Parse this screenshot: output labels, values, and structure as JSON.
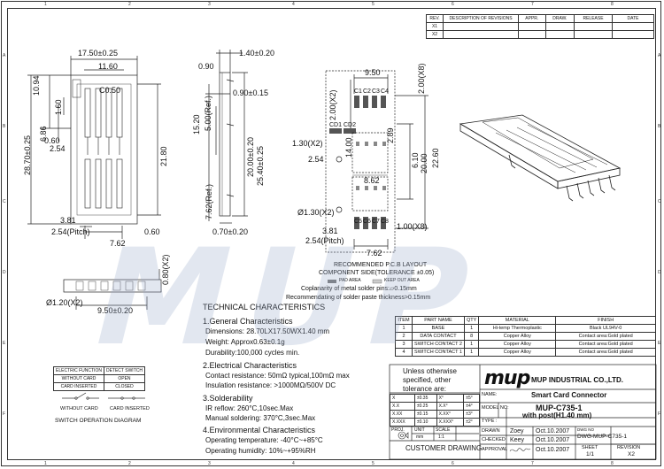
{
  "revision_table": {
    "headers": [
      "REV.",
      "DESCRIPTION OF REVISIONS",
      "APPR.",
      "DRAW.",
      "RELEASE",
      "DATE"
    ],
    "rows": [
      [
        "X1",
        "",
        "",
        "",
        "",
        ""
      ],
      [
        "X2",
        "",
        "",
        "",
        "",
        ""
      ]
    ]
  },
  "zones": {
    "columns": [
      "1",
      "2",
      "3",
      "4",
      "5",
      "6",
      "7",
      "8"
    ],
    "rows": [
      "A",
      "B",
      "C",
      "D",
      "E",
      "F"
    ]
  },
  "dims": {
    "d1": "17.50±0.25",
    "d2": "11.60",
    "d3": "C0.50",
    "d4": "10.94",
    "d5": "1.60",
    "d6": "6.86",
    "d7": "0.60",
    "d8": "2.54",
    "d9": "28.70±0.25",
    "d10": "21.80",
    "d11": "3.81",
    "d12": "2.54(Pitch)",
    "d13": "7.62",
    "d14": "0.60",
    "d15": "0.80(X2)",
    "d16": "Ø1.20(X2)",
    "d17": "9.50±0.20",
    "d18": "1.40±0.20",
    "d19": "0.90",
    "d20": "0.90±0.15",
    "d21": "15.20",
    "d22": "5.00(Ref.)",
    "d23": "20.00±0.20",
    "d24": "25.40±0.25",
    "d25": "7.62(Ref.)",
    "d26": "0.70±0.20",
    "d27": "9.50",
    "d28": "2.00(X8)",
    "d29": "C1",
    "d30": "C2",
    "d31": "C3",
    "d32": "C4",
    "d33": "2.00(X2)",
    "d34": "CD1",
    "d35": "CD2",
    "d36": "1.30(X2)",
    "d37": "2.89",
    "d38": "2.54",
    "d39": "14.00",
    "d40": "6.10",
    "d41": "20.00",
    "d42": "22.60",
    "d43": "8.62",
    "d44": "Ø1.30(X2)",
    "d45": "C5",
    "d46": "C6",
    "d47": "C7",
    "d48": "C8",
    "d49": "1.00(X8)",
    "d50": "3.81",
    "d51": "2.54(Pitch)",
    "d52": "7.62"
  },
  "pcb_layout": {
    "title": "RECOMMENDED P.C.B LAYOUT",
    "subtitle": "COMPONENT SIDE(TOLERANCE ±0.05)",
    "pad_area": "PAD AREA",
    "keep_out": "KEEP OUT AREA",
    "note1": "Coplanarity of metal solder pins:▱0.15mm",
    "note2": "Recommendating of solder paste thickness>0.15mm"
  },
  "tech": {
    "title": "TECHNICAL CHARACTERISTICS",
    "s1_title": "1.General Characteristics",
    "s1_l1": "Dimensions: 28.70LX17.50WX1.40 mm",
    "s1_l2": "Weight: Approx0.63±0.1g",
    "s1_l3": "Durability:100,000 cycles min.",
    "s2_title": "2.Electrical Characteristics",
    "s2_l1": "Contact resistance: 50mΩ typical,100mΩ max",
    "s2_l2": "Insulation resistance: >1000MΩ/500V DC",
    "s3_title": "3.Solderability",
    "s3_l1": "IR reflow: 260°C,10sec.Max",
    "s3_l2": "Manual soldering: 370°C,3sec.Max",
    "s4_title": "4.Environmental Characteristics",
    "s4_l1": "Operating temperature: -40°C~+85°C",
    "s4_l2": "Operating humidity: 10%~+95%RH"
  },
  "switch": {
    "headers": [
      "ELECTRIC FUNCTION",
      "DETECT SWITCH"
    ],
    "rows": [
      [
        "WITHOUT CARD",
        "OPEN"
      ],
      [
        "CARD INSERTED",
        "CLOSED"
      ]
    ],
    "label_without": "WITHOUT CARD",
    "label_inserted": "CARD INSERTED",
    "diagram_title": "SWITCH OPERATION DIAGRAM"
  },
  "parts": {
    "headers": [
      "ITEM",
      "PART NAME",
      "QTY",
      "MATERIAL",
      "FINISH"
    ],
    "rows": [
      [
        "1",
        "BASE",
        "1",
        "Hi-temp Thermoplastic",
        "Black UL94V-0"
      ],
      [
        "2",
        "DATA CONTACT",
        "8",
        "Copper Alloy",
        "Contact area:Gold plated"
      ],
      [
        "3",
        "SWITCH CONTACT 2",
        "1",
        "Copper Alloy",
        "Contact area:Gold plated"
      ],
      [
        "4",
        "SWITCH CONTACT 1",
        "1",
        "Copper Alloy",
        "Contact area:Gold plated"
      ]
    ]
  },
  "title_block": {
    "tol_l1": "Unless otherwise",
    "tol_l2": "specified, other",
    "tol_l3": "tolerance are:",
    "tolerances": [
      [
        "X",
        "±0.35",
        "X°",
        "±5°"
      ],
      [
        "X.X",
        "±0.25",
        "X.X°",
        "±4°"
      ],
      [
        "X.XX",
        "±0.15",
        "X.XX°",
        "±3°"
      ],
      [
        "X.XXX",
        "±0.10",
        "X.XXX°",
        "±2°"
      ]
    ],
    "proj": "PROJ.",
    "unit_label": "UNIT",
    "unit": "mm",
    "scale_label": "SCALE",
    "scale": "1:1",
    "logo": "mup",
    "company": "MUP INDUSTRIAL CO.,LTD.",
    "name_label": "NAME:",
    "name": "Smart Card Connector",
    "model_label": "MODEL NO:",
    "model": "MUP-C735-1",
    "model_sub": "with post(H1.40 mm)",
    "type_label": "TYPE :",
    "drawn_label": "DRAWN",
    "drawn_by": "Zoey",
    "drawn_date": "Oct.10.2007",
    "checked_label": "CHECKED",
    "checked_by": "Keey",
    "checked_date": "Oct.10.2007",
    "approval_label": "APPROVAL",
    "approval_date": "Oct.10.2007",
    "dwg_label": "DWG NO",
    "dwg_no": "DWG-MUP-C735-1",
    "sheet_label": "SHEET",
    "sheet": "1/1",
    "rev_label": "REVISION",
    "rev": "X2",
    "customer": "CUSTOMER DRAWING"
  },
  "watermark": "MUP"
}
